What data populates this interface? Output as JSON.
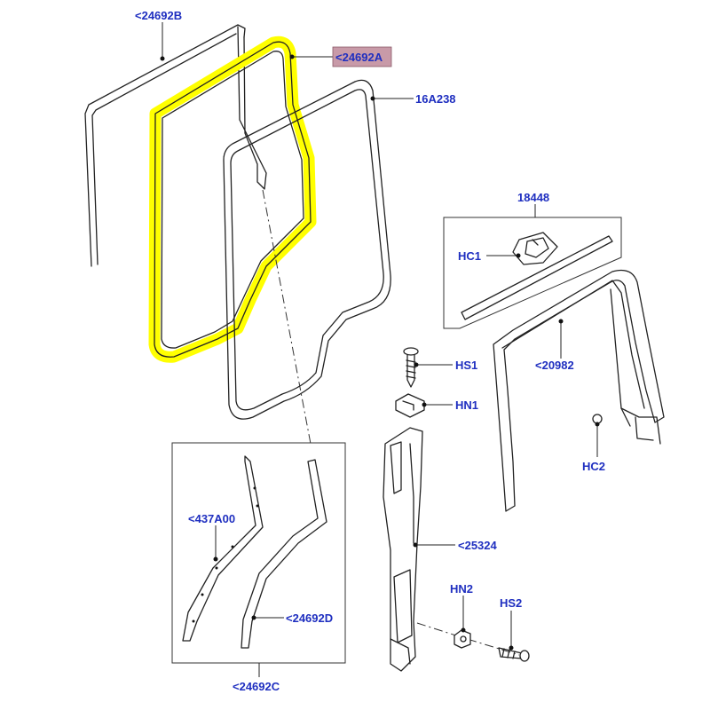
{
  "diagram": {
    "highlight_color": "#ffff00",
    "label_color": "#1f2fc0",
    "selected_label_bg": "#c89aa8",
    "labels": {
      "l24692B": "<24692B",
      "l24692A": "<24692A",
      "l16A238": "16A238",
      "l18448": "18448",
      "lHC1": "HC1",
      "lHS1": "HS1",
      "lHN1": "HN1",
      "l20982": "<20982",
      "lHC2": "HC2",
      "l25324": "<25324",
      "l437A00": "<437A00",
      "l24692D": "<24692D",
      "l24692C": "<24692C",
      "lHN2": "HN2",
      "lHS2": "HS2"
    }
  }
}
